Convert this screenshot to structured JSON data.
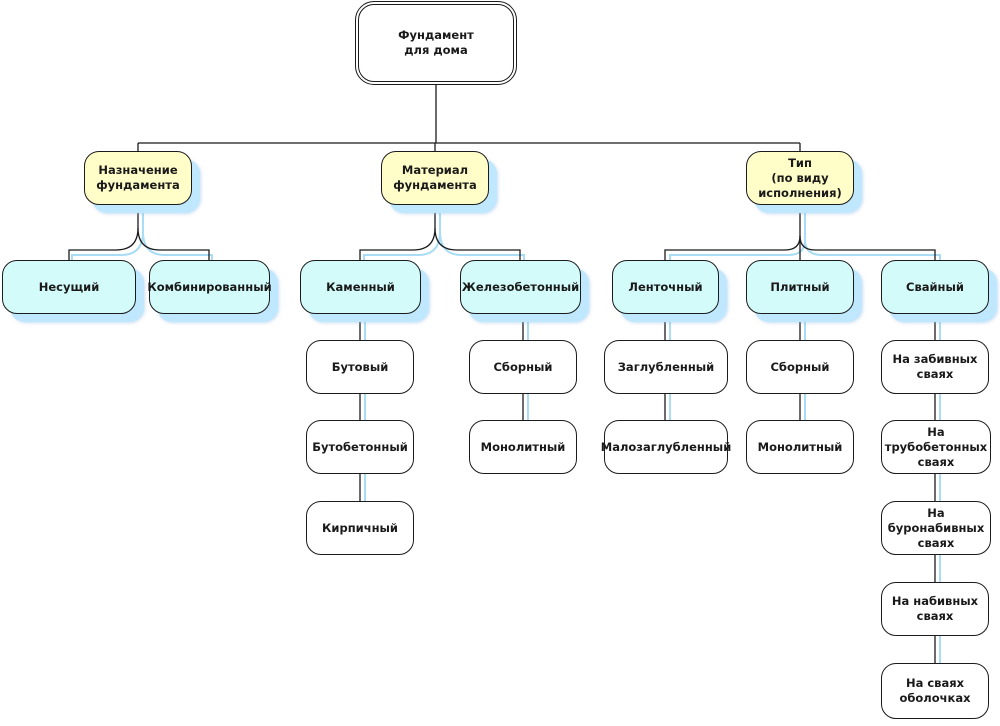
{
  "root": {
    "label": "Фундамент\nдля дома"
  },
  "categories": {
    "purpose": "Назначение\nфундамента",
    "material": "Материал\nфундамента",
    "type": "Тип\n(по виду\nисполнения)"
  },
  "purpose_items": {
    "bearing": "Несущий",
    "combined": "Комбинированный"
  },
  "material_items": {
    "stone": "Каменный",
    "reinforced": "Железобетонный",
    "stone_kinds": [
      "Бутовый",
      "Бутобетонный",
      "Кирпичный"
    ],
    "reinforced_kinds": [
      "Сборный",
      "Монолитный"
    ]
  },
  "type_items": {
    "strip": "Ленточный",
    "slab": "Плитный",
    "pile": "Свайный",
    "strip_kinds": [
      "Заглубленный",
      "Малозаглубленный"
    ],
    "slab_kinds": [
      "Сборный",
      "Монолитный"
    ],
    "pile_kinds": [
      "На забивных\nсваях",
      "На трубобетонных\nсваях",
      "На буронабивных\nсваях",
      "На набивных\nсваях",
      "На сваях\nоболочках"
    ]
  },
  "colors": {
    "category_fill": "#fffdc8",
    "subtype_fill": "#d3fbfa",
    "leaf_fill": "#ffffff",
    "shadow": "#bfe8ff",
    "line": "#1b1b1b"
  }
}
